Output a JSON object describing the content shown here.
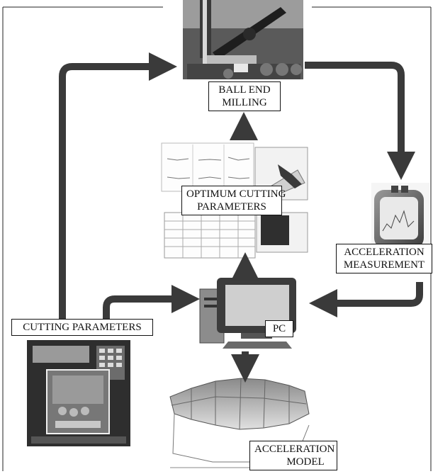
{
  "diagram": {
    "nodes": {
      "ball_end_milling": [
        "BALL END",
        "MILLING"
      ],
      "optimum_cutting_parameters": [
        "OPTIMUM CUTTING",
        "PARAMETERS"
      ],
      "acceleration_measurement": [
        "ACCELERATION",
        "MEASUREMENT"
      ],
      "cutting_parameters": "CUTTING PARAMETERS",
      "pc": "PC",
      "acceleration_model": [
        "ACCELERATION",
        "MODEL"
      ]
    },
    "images": [
      "milling-machine-photo",
      "optimization-plots-and-table",
      "accelerometer-device-photo",
      "desktop-computer-image",
      "cnc-control-panel-photo",
      "3d-surface-plot"
    ],
    "colors": {
      "arrow": "#3a3a3a",
      "label_border": "#111111",
      "background": "#ffffff"
    }
  }
}
